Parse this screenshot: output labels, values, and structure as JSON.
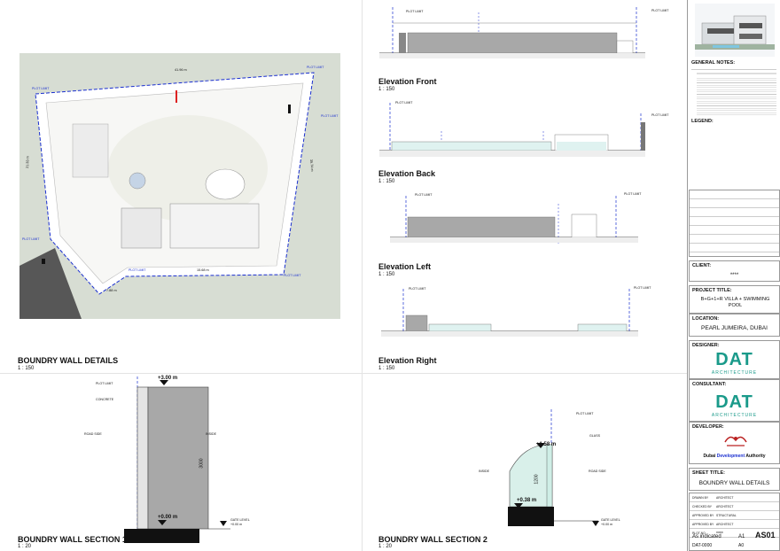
{
  "plan": {
    "title": "BOUNDRY WALL DETAILS",
    "scale": "1 : 150",
    "plot_limit": "PLOT LIMIT",
    "dims": [
      "41.96 m",
      "21.33 m",
      "35.74 m",
      "15.68 m",
      "7.88 m"
    ]
  },
  "elev_front": {
    "title": "Elevation Front",
    "scale": "1 : 150",
    "plot_limit": "PLOT LIMIT"
  },
  "elev_back": {
    "title": "Elevation Back",
    "scale": "1 : 150",
    "plot_limit": "PLOT LIMIT"
  },
  "elev_left": {
    "title": "Elevation Left",
    "scale": "1 : 150",
    "plot_limit": "PLOT LIMIT"
  },
  "elev_right": {
    "title": "Elevation Right",
    "scale": "1 : 150",
    "plot_limit": "PLOT LIMIT"
  },
  "section1": {
    "title": "BOUNDRY WALL SECTION 1",
    "scale": "1 : 20",
    "plot_limit": "PLOT LIMIT",
    "concrete": "CONCRETE",
    "road_side": "ROAD SIDE",
    "inside": "INSIDE",
    "top_level": "+3.00 m",
    "bottom_level": "+0.00 m",
    "height": "3000",
    "gate_level": "GATE LEVEL",
    "gate_value": "+0.00 m"
  },
  "section2": {
    "title": "BOUNDRY WALL SECTION 2",
    "scale": "1 : 20",
    "plot_limit": "PLOT LIMIT",
    "glass": "GLASS",
    "inside": "INSIDE",
    "road_side": "ROAD SIDE",
    "top_level": "+1.58 m",
    "bottom_level": "+0.38 m",
    "height": "1200",
    "gate_level": "GATE LEVEL",
    "gate_value": "+0.00 m"
  },
  "titleblock": {
    "general_notes": "GENERAL NOTES:",
    "legend": "LEGEND:",
    "client_label": "CLIENT:",
    "client_value": "****",
    "project_label": "PROJECT TITLE:",
    "project_value": "B+G+1+R VILLA + SWIMMING POOL",
    "location_label": "LOCATION:",
    "location_value": "PEARL JUMEIRA, DUBAI",
    "designer_label": "DESIGNER:",
    "logo_text": "DAT",
    "logo_sub": "ARCHITECTURE",
    "consultant_label": "CONSULTANT:",
    "developer_label": "DEVELOPER:",
    "developer_name_a": "Dubai ",
    "developer_name_b": "Development",
    "developer_name_c": " Authority",
    "sheet_title_label": "SHEET TITLE:",
    "sheet_title_value": "BOUNDRY WALL DETAILS",
    "rows": [
      {
        "k": "DRAWN BY",
        "v": "ARCHITECT"
      },
      {
        "k": "CHECKED BY",
        "v": "ARCHITECT"
      },
      {
        "k": "APPROVED BY",
        "v": "STRUCTURAL"
      },
      {
        "k": "APPROVED BY",
        "v": "ARCHITECT"
      },
      {
        "k": "PLOT NO.",
        "v": "****"
      }
    ],
    "scale_value": "As indicated",
    "size_value": "A1",
    "sheet_no": "AS01",
    "project_no": "DAT-0000",
    "paper": "A0"
  },
  "colors": {
    "blue": "#1a2fd0",
    "green": "#1a9a8a",
    "ground": "#d7ddd3"
  }
}
